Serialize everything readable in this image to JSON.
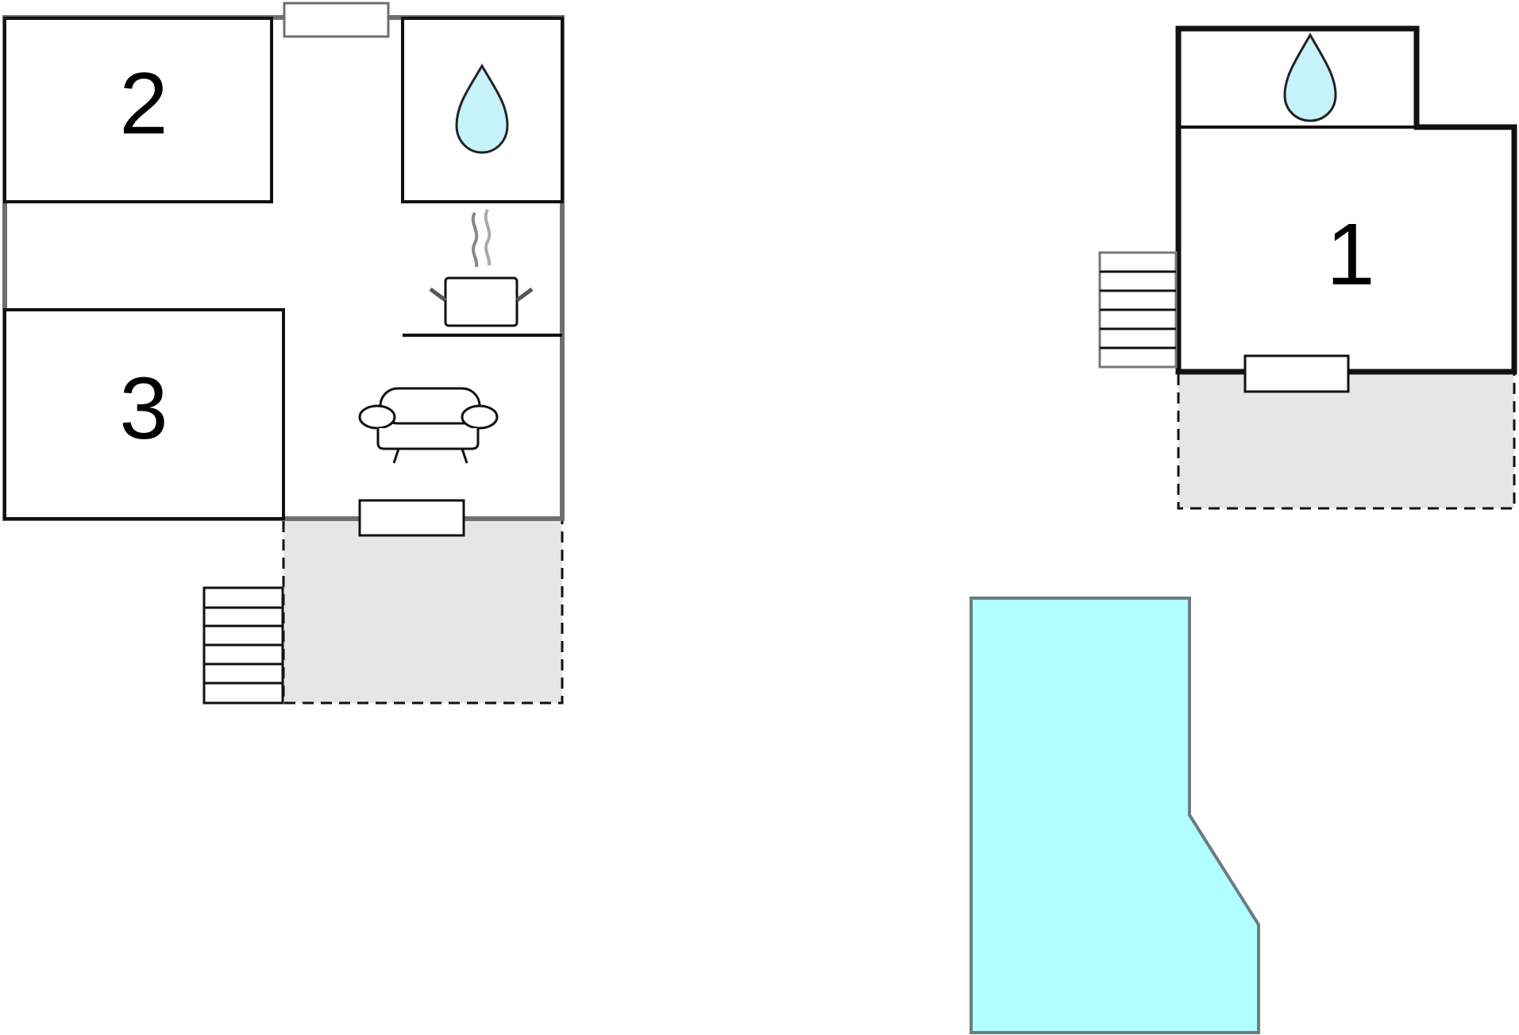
{
  "rooms": {
    "room_1": {
      "number": "1"
    },
    "room_2": {
      "number": "2"
    },
    "room_3": {
      "number": "3"
    }
  },
  "icons": {
    "bathroom": "water-drop-icon",
    "kitchen": "cooking-pot-icon",
    "living_room": "sofa-icon",
    "stairs": "stairs-icon",
    "window": "window-icon"
  },
  "colors": {
    "wall_dark": "#111111",
    "wall_grey": "#6f6f6f",
    "terrace_fill": "#e6e6e6",
    "pool_fill": "#b0feff",
    "pool_stroke": "#6b7d80",
    "drop_fill": "#c6f2fa"
  }
}
